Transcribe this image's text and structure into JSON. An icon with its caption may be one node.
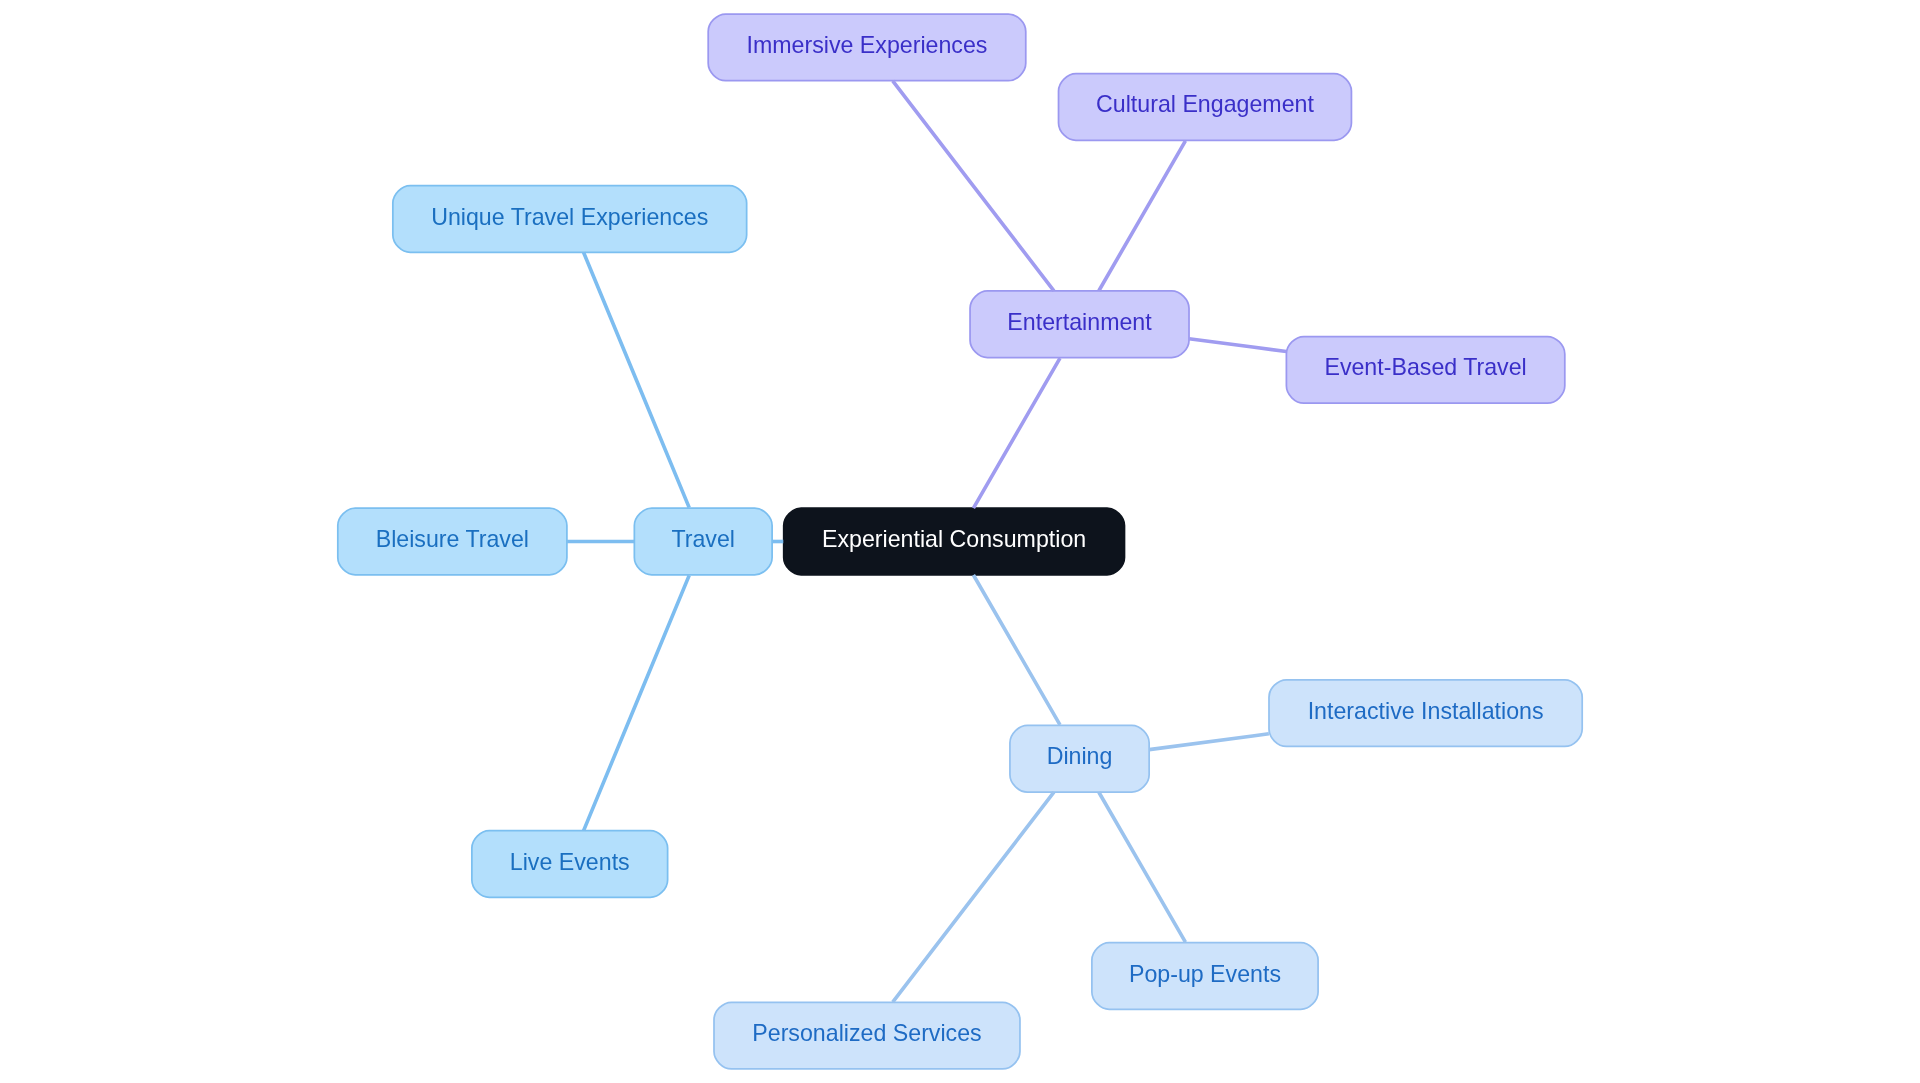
{
  "diagram": {
    "nodes": [
      {
        "text": [
          "Experiential Consumption"
        ]
      },
      {
        "text": [
          "Entertainment"
        ]
      },
      {
        "text": [
          "Event-Based Travel"
        ]
      },
      {
        "text": [
          "Cultural Engagement"
        ]
      },
      {
        "text": [
          "Immersive Experiences"
        ]
      },
      {
        "text": [
          "Travel"
        ]
      },
      {
        "text": [
          "Unique Travel Experiences"
        ]
      },
      {
        "text": [
          "Bleisure Travel"
        ]
      },
      {
        "text": [
          "Live Events"
        ]
      },
      {
        "text": [
          "Dining"
        ]
      },
      {
        "text": [
          "Personalized Services"
        ]
      },
      {
        "text": [
          "Pop-up Events"
        ]
      },
      {
        "text": [
          "Interactive Installations"
        ]
      }
    ],
    "edges": [
      {
        "from": 0,
        "to": 1,
        "arrow": "none",
        "color": "#a09cf0"
      },
      {
        "from": 1,
        "to": 2,
        "arrow": "none",
        "color": "#a09cf0"
      },
      {
        "from": 1,
        "to": 3,
        "arrow": "none",
        "color": "#a09cf0"
      },
      {
        "from": 1,
        "to": 4,
        "arrow": "none",
        "color": "#a09cf0"
      },
      {
        "from": 0,
        "to": 5,
        "arrow": "none",
        "color": "#7dbdf0"
      },
      {
        "from": 5,
        "to": 6,
        "arrow": "none",
        "color": "#7dbdf0"
      },
      {
        "from": 5,
        "to": 7,
        "arrow": "none",
        "color": "#7dbdf0"
      },
      {
        "from": 5,
        "to": 8,
        "arrow": "none",
        "color": "#7dbdf0"
      },
      {
        "from": 0,
        "to": 9,
        "arrow": "none",
        "color": "#9bc3ee"
      },
      {
        "from": 9,
        "to": 10,
        "arrow": "none",
        "color": "#9bc3ee"
      },
      {
        "from": 9,
        "to": 11,
        "arrow": "none",
        "color": "#9bc3ee"
      },
      {
        "from": 9,
        "to": 12,
        "arrow": "none",
        "color": "#9bc3ee"
      }
    ]
  }
}
